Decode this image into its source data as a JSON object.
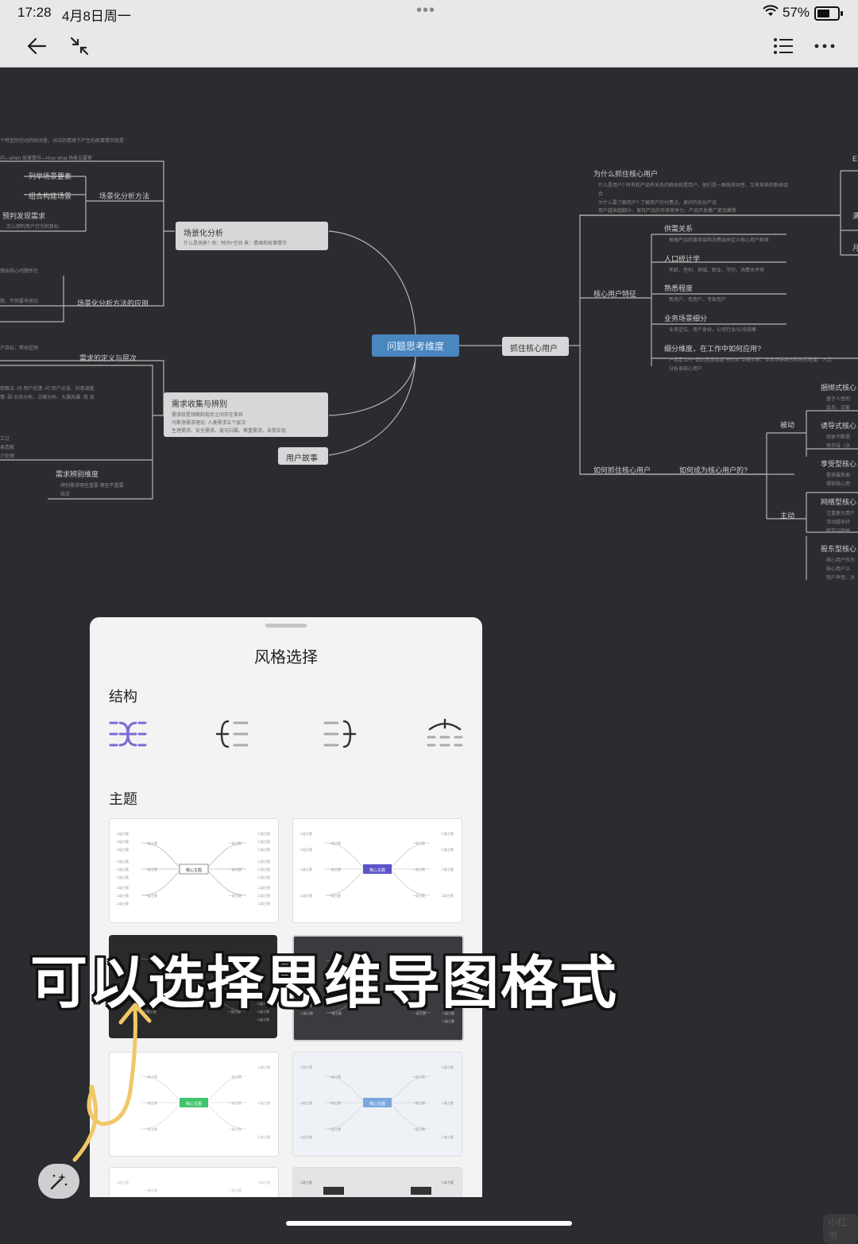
{
  "status": {
    "time": "17:28",
    "date": "4月8日周一",
    "dots": "•••",
    "battery": "57%"
  },
  "toolbar": {
    "back_icon": "arrow-left-icon",
    "collapse_icon": "collapse-arrows-icon",
    "outline_icon": "list-icon",
    "more_icon": "ellipsis-icon"
  },
  "mindmap": {
    "center": "问题思考维度",
    "left": {
      "scene_top_a": "个特定的空间的时间里，对应的情境下产生的故事情节就是",
      "scene_top_b": "问—when 故事情节—How what 场景五要素",
      "list_elems": "列举场景要素",
      "combine": "组合构建场景",
      "method": "场景化分析方法",
      "predict": "预判发现需求",
      "predict_sub": "怎么预判用户行为和目标",
      "analysis_title": "场景化分析",
      "analysis_sub": "什么是场景?  场：时间+空间   景：情境和故事情节",
      "core_issue": "理出核心问题所在",
      "success": "题，不但要考虑功",
      "apply": "场景化分析方法的应用",
      "goal": "户目标，帮来超预",
      "demand_def": "需求的定义与层次",
      "research_a": "观察法  -问  用户反馈   -问   用户访谈、问卷调查",
      "research_b": "情        -因  业务分析、文献分析、头脑风暴    -竞  竞",
      "collect_title": "需求收集与辨别",
      "collect_s1": "需求就是预期和现状之间存在差异",
      "collect_s2": "马斯洛需求理论: 人类需求五个层次",
      "collect_s3": "生理需求、安全需求、爱与归属、尊重需求、自我实现",
      "work1": "工过",
      "work2": "易造解",
      "work3": "计处理",
      "identify": "需求辨别维度",
      "identify_s1": "辨别需求哪些重要 哪些不重要",
      "identify_s2": "结合",
      "story": "用户故事"
    },
    "right": {
      "grab": "抓住核心用户",
      "why": "为什么抓住核心用户",
      "why_s1": "什么是用户? 所有和产品有关系的群体就是用户。他们是一群既有共性、又有差异的群体组",
      "why_s2": "合",
      "why_s3": "为什么要了解用户?  了解用户的付费点，更好的优化产品",
      "why_s4": "用户越来越细分，保持产品的市场竞争力，产品开发推广更加聚焦",
      "features": "核心用户特征",
      "supply": "供需关系",
      "supply_s": "根据产品的服务端和消费端来定义核心用户群体",
      "demog": "人口统计学",
      "demog_s": "年龄、性别、地域、职业、学历、消费水平等",
      "familiar": "熟悉程度",
      "familiar_s": "新用户、老用户、专家用户",
      "scene": "业务场景细分",
      "scene_s": "业务定位、用户身份、公司行业/公司规模",
      "subdiv": "细分维度，在工作中如何应用?",
      "subdiv_s1": "产品定位+产品的运营数据 分别从 供需关系、业务场景细分和熟悉程度、人口",
      "subdiv_s2": "分析谁核心用户",
      "how_grab": "如何抓住核心用户",
      "how_become": "如何成为核心用户的?",
      "passive": "被动",
      "active": "主动",
      "bundle": "捆绑式核心",
      "bundle_s": "基于人性的",
      "bundle_s2": "会员。买套",
      "induce": "诱导式核心",
      "induce_s": "商家不断提",
      "induce_s2": "用手段（沃",
      "enjoy": "享受型核心",
      "enjoy_s": "提供服务类",
      "enjoy_s2": "得获核心用",
      "network": "网络型核心",
      "network_s": "注重更大用户",
      "network_s2": "活动越多好",
      "network_s3": "就可以吸纳",
      "share": "股东型核心",
      "share_s": "核心用户作为",
      "share_s2": "核心用户以",
      "share_s3": "用户声音。对",
      "edge1": "E",
      "edge2": "满",
      "edge3": "月"
    }
  },
  "sheet": {
    "title": "风格选择",
    "structure_label": "结构",
    "theme_label": "主题",
    "structures": [
      "mindmap-both-icon",
      "mindmap-left-icon",
      "mindmap-right-icon",
      "org-chart-icon"
    ],
    "theme_center": "核心主题",
    "theme_level1": "一级主题",
    "theme_level2": "二级主题"
  },
  "caption": "可以选择思维导图格式",
  "watermark": "小红书"
}
